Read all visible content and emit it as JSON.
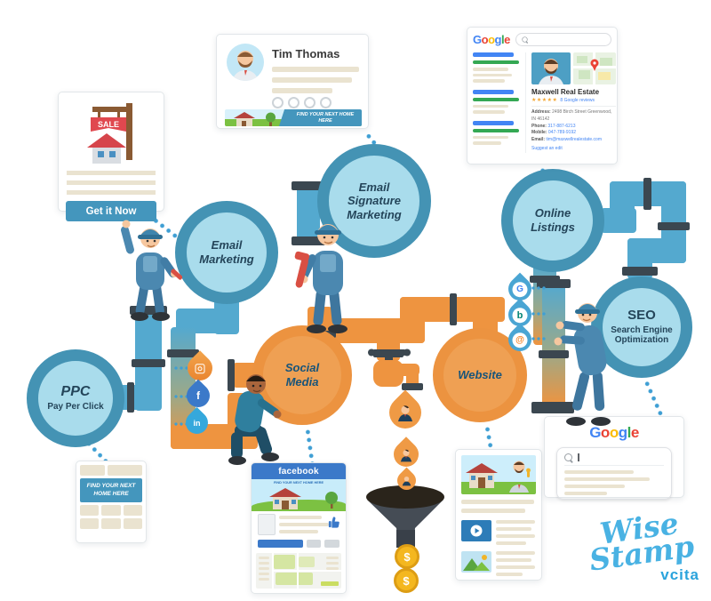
{
  "nodes": {
    "ppc": {
      "title": "PPC",
      "subtitle": "Pay Per Click"
    },
    "email_marketing": {
      "title": "Email Marketing"
    },
    "email_signature": {
      "title": "Email Signature Marketing"
    },
    "online_listings": {
      "title": "Online Listings"
    },
    "social_media": {
      "title": "Social Media"
    },
    "website": {
      "title": "Website"
    },
    "seo": {
      "title": "SEO",
      "subtitle": "Search Engine Optimization"
    }
  },
  "google_letters": [
    {
      "ch": "G"
    },
    {
      "ch": "o"
    },
    {
      "ch": "o"
    },
    {
      "ch": "g"
    },
    {
      "ch": "l"
    },
    {
      "ch": "e"
    }
  ],
  "sale_card": {
    "sale_label": "SALE",
    "button_label": "Get it Now"
  },
  "signature_card": {
    "name": "Tim Thomas",
    "banner_text": "FIND YOUR NEXT HOME HERE"
  },
  "listing_card": {
    "business_name": "Maxwell Real Estate",
    "stars": "★★★★★",
    "reviews_link": "8 Google reviews",
    "address_label": "Address:",
    "address_value": "2498 Birch Street Greenwood, IN 46142",
    "phone_label": "Phone:",
    "phone_value": "317-887-6213",
    "mobile_label": "Mobile:",
    "mobile_value": "047-789-9192",
    "email_label": "Email:",
    "email_value": "tim@maxwellrealestate.com",
    "suggest_link": "Suggest an edit"
  },
  "ppc_ad_card": {
    "banner_text": "FIND YOUR NEXT HOME HERE"
  },
  "facebook_card": {
    "brand": "facebook",
    "cover_text": "FIND YOUR NEXT HOME HERE"
  },
  "drops": {
    "social": [
      {
        "name": "instagram"
      },
      {
        "name": "facebook",
        "glyph": "f"
      },
      {
        "name": "linkedin",
        "glyph": "in"
      }
    ],
    "listing": [
      {
        "name": "google",
        "glyph": "G"
      },
      {
        "name": "bing",
        "glyph": "b"
      },
      {
        "name": "email",
        "glyph": "@"
      }
    ]
  },
  "coin_symbol": "$",
  "wisestamp": {
    "word1": "Wise",
    "word2": "Stamp",
    "sub": "vcita"
  },
  "colors": {
    "pipe_blue": "#54A9CF",
    "pipe_orange": "#EE9440",
    "node_blue_ring": "#4493B4",
    "node_blue_fill": "#A9DCEC",
    "node_orange_ring": "#EC9340",
    "node_orange_fill": "#EFA053",
    "joint_dark": "#3B4750",
    "facebook_blue": "#3B79C9",
    "brand_blue": "#4285F4",
    "brand_red": "#EA4335",
    "brand_yellow": "#FBBC05",
    "brand_green": "#34A853",
    "wisestamp_blue": "#49B2E3",
    "coin_gold": "#F4B71F"
  }
}
